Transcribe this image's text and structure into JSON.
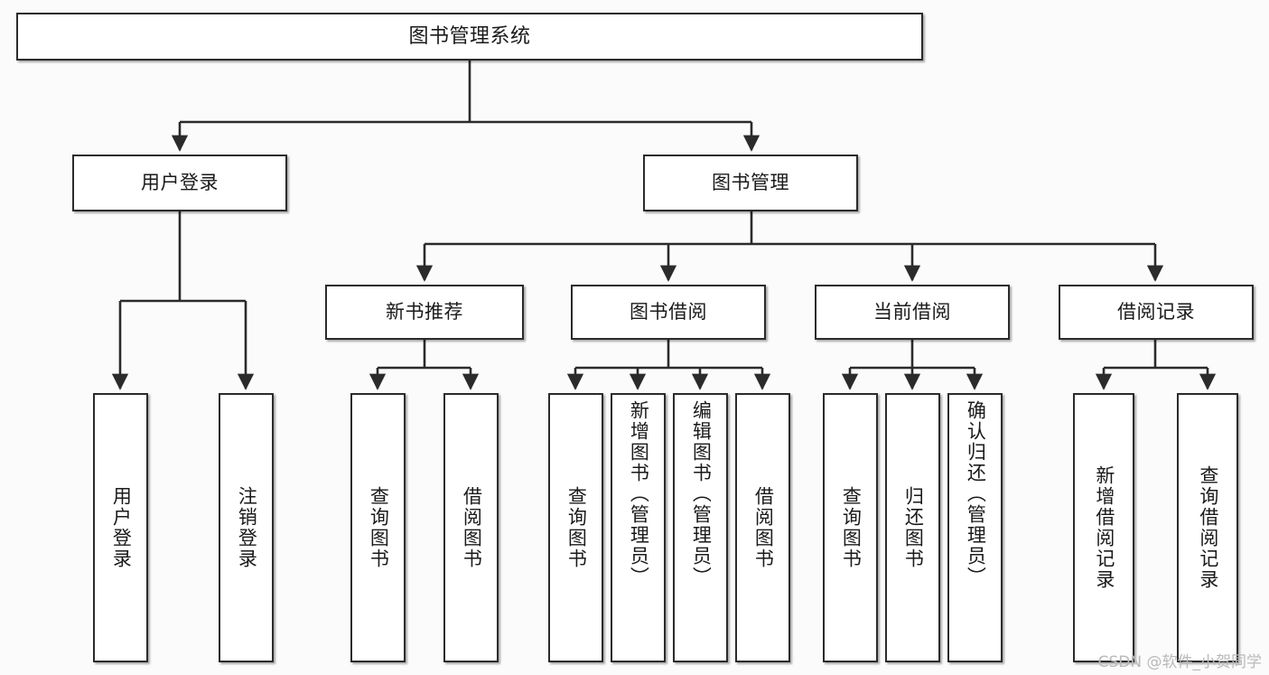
{
  "diagram": {
    "title": "图书管理系统",
    "type": "hierarchy-tree",
    "background_color": "#fbfbfb",
    "node_fill_color": "#ffffff",
    "node_border_color": "#2b2b2b",
    "edge_color": "#2b2b2b"
  },
  "nodes": {
    "root": {
      "label": "图书管理系统"
    },
    "level2": [
      {
        "id": "user-login",
        "label": "用户登录"
      },
      {
        "id": "book-management",
        "label": "图书管理"
      }
    ],
    "level3": [
      {
        "id": "new-book-recommend",
        "label": "新书推荐"
      },
      {
        "id": "book-borrow",
        "label": "图书借阅"
      },
      {
        "id": "current-borrow",
        "label": "当前借阅"
      },
      {
        "id": "borrow-record",
        "label": "借阅记录"
      }
    ],
    "leaves": [
      {
        "id": "leaf-user-login",
        "label": "用户登录",
        "parent": "user-login"
      },
      {
        "id": "leaf-logout-login",
        "label": "注销登录",
        "parent": "user-login"
      },
      {
        "id": "leaf-query-book-1",
        "label": "查询图书",
        "parent": "new-book-recommend"
      },
      {
        "id": "leaf-borrow-book-1",
        "label": "借阅图书",
        "parent": "new-book-recommend"
      },
      {
        "id": "leaf-query-book-2",
        "label": "查询图书",
        "parent": "book-borrow"
      },
      {
        "id": "leaf-add-book-admin",
        "label": "新增图书（管理员）",
        "parent": "book-borrow"
      },
      {
        "id": "leaf-edit-book-admin",
        "label": "编辑图书（管理员）",
        "parent": "book-borrow"
      },
      {
        "id": "leaf-borrow-book-2",
        "label": "借阅图书",
        "parent": "book-borrow"
      },
      {
        "id": "leaf-query-book-3",
        "label": "查询图书",
        "parent": "current-borrow"
      },
      {
        "id": "leaf-return-book",
        "label": "归还图书",
        "parent": "current-borrow"
      },
      {
        "id": "leaf-confirm-return-admin",
        "label": "确认归还（管理员）",
        "parent": "current-borrow"
      },
      {
        "id": "leaf-add-borrow-record",
        "label": "新增借阅记录",
        "parent": "borrow-record"
      },
      {
        "id": "leaf-query-borrow-record",
        "label": "查询借阅记录",
        "parent": "borrow-record"
      }
    ]
  },
  "watermark": {
    "text": "CSDN @软件_小贺同学"
  }
}
